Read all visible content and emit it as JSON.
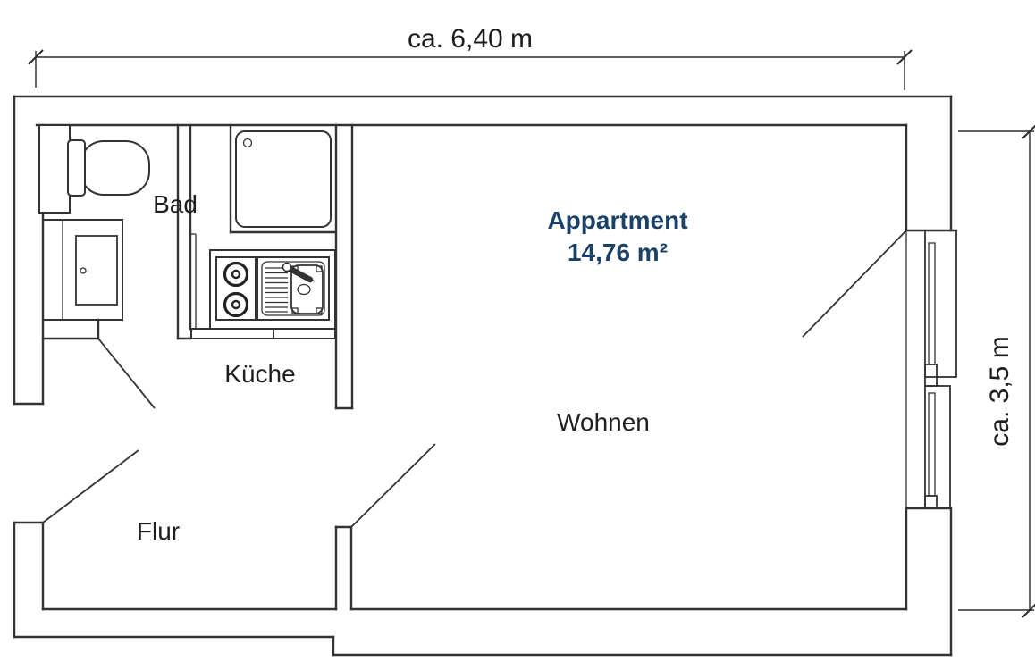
{
  "plan": {
    "unit_label": {
      "title": "Appartment",
      "area": "14,76 m²"
    },
    "rooms": [
      {
        "label": "Bad"
      },
      {
        "label": "Küche"
      },
      {
        "label": "Flur"
      },
      {
        "label": "Wohnen"
      }
    ],
    "dimensions": {
      "width": "ca. 6,40 m",
      "height": "ca. 3,5 m"
    },
    "fixtures": [
      "toilet-icon",
      "shower-icon",
      "stove-icon",
      "kitchen-sink-icon",
      "vanity-unit-icon",
      "balcony-door-icon",
      "window-icon"
    ],
    "colors": {
      "line": "#333333",
      "text": "#1f1f1f",
      "accent": "#1c4168",
      "background": "#ffffff"
    }
  }
}
